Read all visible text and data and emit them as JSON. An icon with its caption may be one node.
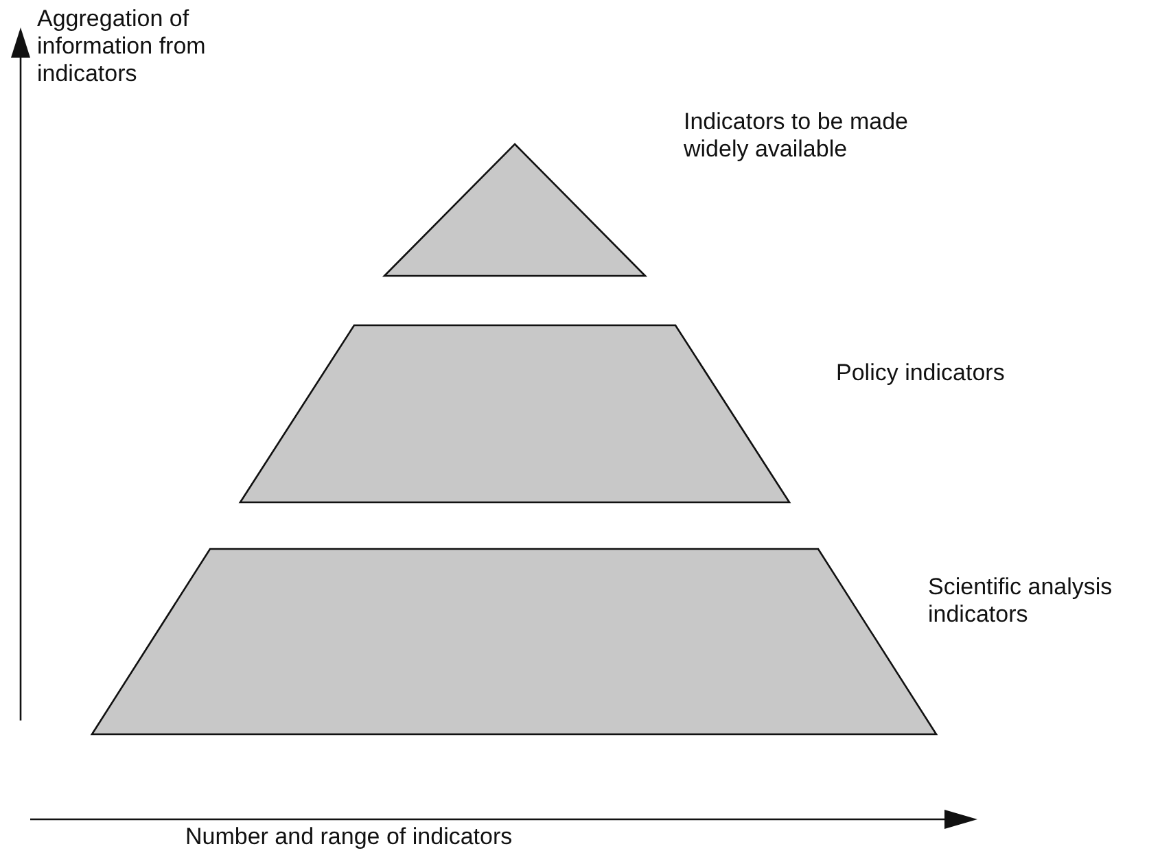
{
  "diagram": {
    "nodes": [
      {
        "text": [],
        "shape": "triangle",
        "beside": [
          "Indicators to be made widely available"
        ]
      },
      {
        "text": [],
        "shape": "trapezoid",
        "beside": [
          "Policy indicators"
        ]
      },
      {
        "text": [],
        "shape": "trapezoid",
        "beside": [
          "Scientific analysis indicators"
        ]
      }
    ],
    "edges": [],
    "labels": [
      "Aggregation of information from indicators",
      "Number and range of indicators"
    ]
  }
}
